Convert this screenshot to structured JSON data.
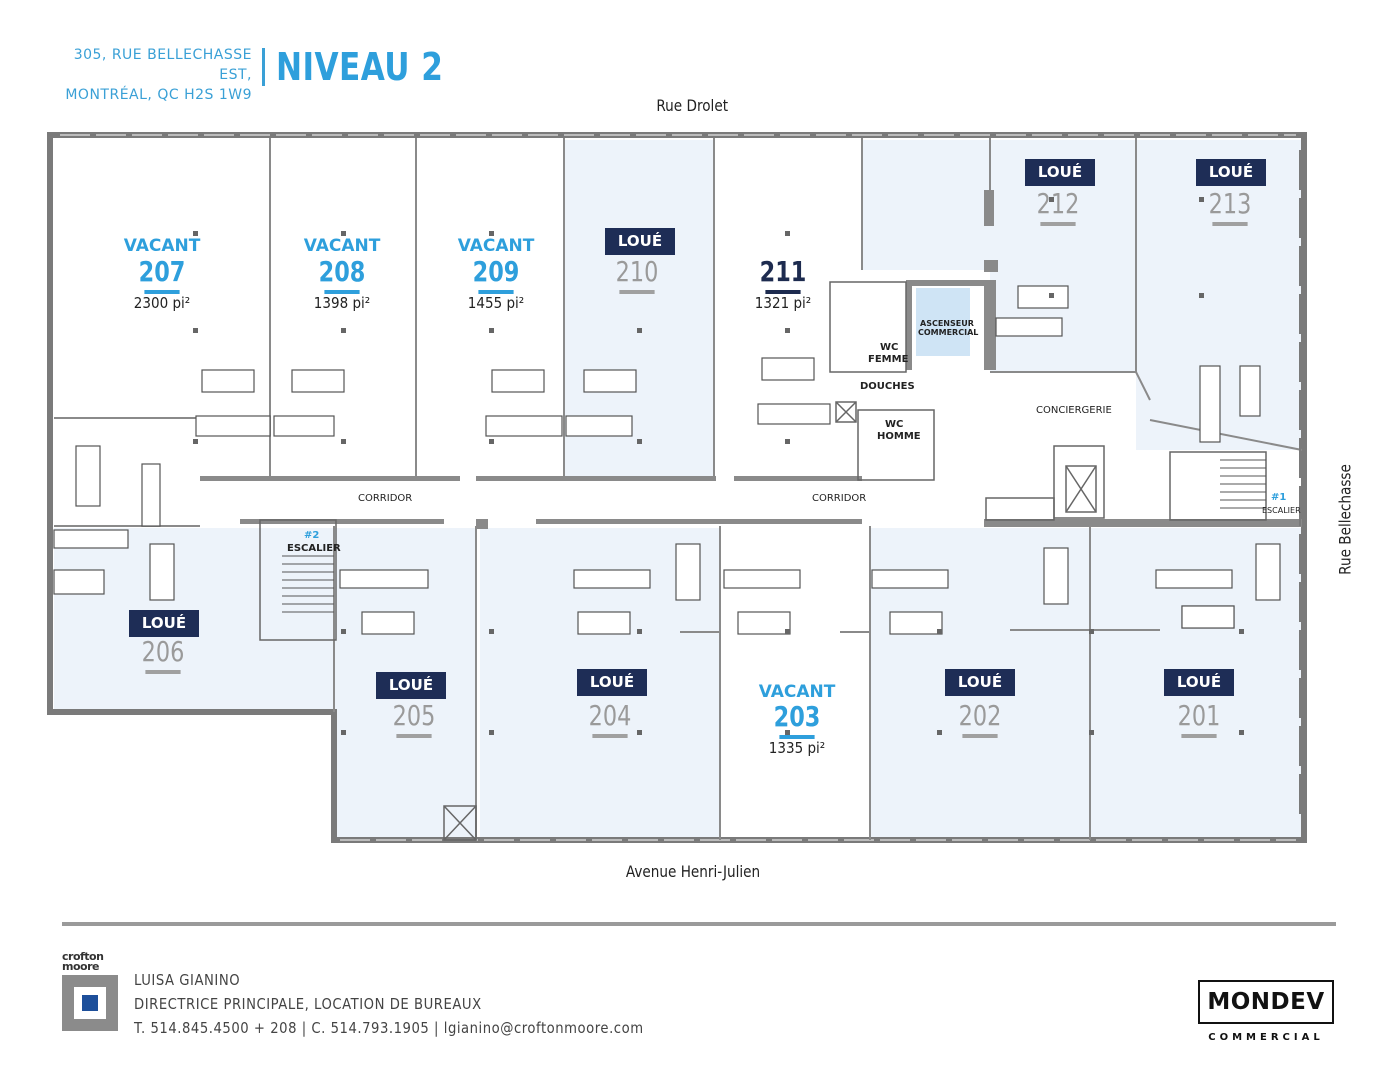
{
  "header": {
    "address_line1": "305, RUE BELLECHASSE EST,",
    "address_line2": "MONTRÉAL, QC H2S 1W9",
    "level_title": "NIVEAU 2"
  },
  "streets": {
    "north": "Rue Drolet",
    "south": "Avenue Henri-Julien",
    "east": "Rue Bellechasse"
  },
  "status_labels": {
    "vacant": "VACANT",
    "leased": "LOUÉ"
  },
  "units": [
    {
      "number": "207",
      "status": "vacant",
      "area": "2300 pi²"
    },
    {
      "number": "208",
      "status": "vacant",
      "area": "1398 pi²"
    },
    {
      "number": "209",
      "status": "vacant",
      "area": "1455 pi²"
    },
    {
      "number": "210",
      "status": "leased",
      "area": ""
    },
    {
      "number": "211",
      "status": "other",
      "area": "1321 pi²"
    },
    {
      "number": "212",
      "status": "leased",
      "area": ""
    },
    {
      "number": "213",
      "status": "leased",
      "area": ""
    },
    {
      "number": "206",
      "status": "leased",
      "area": ""
    },
    {
      "number": "205",
      "status": "leased",
      "area": ""
    },
    {
      "number": "204",
      "status": "leased",
      "area": ""
    },
    {
      "number": "203",
      "status": "vacant",
      "area": "1335 pi²"
    },
    {
      "number": "202",
      "status": "leased",
      "area": ""
    },
    {
      "number": "201",
      "status": "leased",
      "area": ""
    }
  ],
  "labels": {
    "corridor": "CORRIDOR",
    "conciergerie": "CONCIERGERIE",
    "elevator_line1": "ASCENSEUR",
    "elevator_line2": "COMMERCIAL",
    "wc_femme_line1": "WC",
    "wc_femme_line2": "FEMME",
    "wc_homme_line1": "WC",
    "wc_homme_line2": "HOMME",
    "douches": "DOUCHES",
    "stair1_num": "#1",
    "stair1_label": "ESCALIER",
    "stair2_num": "#2",
    "stair2_label": "ESCALIER"
  },
  "contact": {
    "name": "LUISA GIANINO",
    "title": "DIRECTRICE PRINCIPALE, LOCATION DE BUREAUX",
    "phones": "T. 514.845.4500 + 208  |  C. 514.793.1905  |  lgianino@croftonmoore.com"
  },
  "logos": {
    "crofton_line1": "crofton",
    "crofton_line2": "moore",
    "mondev": "MONDEV",
    "mondev_sub": "COMMERCIAL"
  },
  "colors": {
    "accent": "#2e9fdc",
    "badge": "#1e2d56",
    "leased_fill": "#edf3fa",
    "wall": "#7a7a7a"
  }
}
